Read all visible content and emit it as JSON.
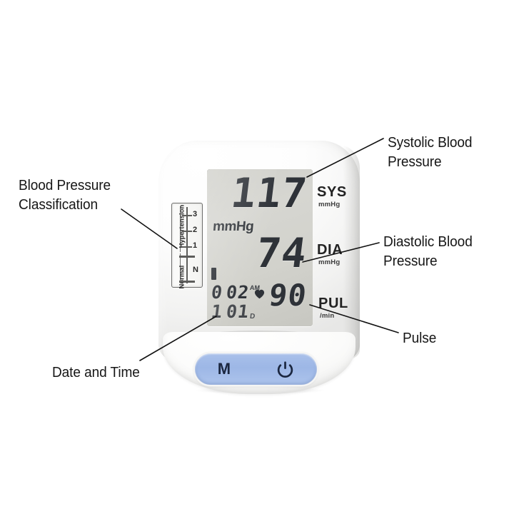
{
  "figure": {
    "title": "Blood pressure monitor display annotated diagram",
    "background_color": "#ffffff"
  },
  "device": {
    "body_color": "#f6f6f5",
    "lcd_color": "#d2d2cc",
    "button_color": "#a4bde8",
    "readings": {
      "systolic": {
        "value": "117",
        "label": "SYS",
        "unit": "mmHg",
        "lcd_unit": "mmHg"
      },
      "diastolic": {
        "value": "74",
        "label": "DIA",
        "unit": "mmHg"
      },
      "pulse": {
        "value": "90",
        "label": "PUL",
        "unit": "/min"
      }
    },
    "time": {
      "hour": "0",
      "minute": "02",
      "meridiem": "AM",
      "date_month": "1",
      "date_day": "01",
      "date_suffix": "D"
    },
    "indicators": {
      "heart_icon": "heart-icon",
      "bar_icon": "classification-bar-indicator"
    },
    "classification_scale": {
      "upper_label": "Hypertension",
      "lower_label": "Normal",
      "ticks": [
        "3",
        "2",
        "1",
        "N"
      ]
    },
    "buttons": [
      {
        "label": "M",
        "name": "memory-button"
      },
      {
        "label": "",
        "name": "power-button",
        "icon": "power-icon"
      }
    ]
  },
  "annotations": [
    {
      "id": "classification",
      "text": "Blood Pressure\nClassification",
      "points_to": "classification-scale"
    },
    {
      "id": "systolic",
      "text": "Systolic Blood\nPressure",
      "points_to": "systolic-value"
    },
    {
      "id": "diastolic",
      "text": "Diastolic Blood\nPressure",
      "points_to": "diastolic-value"
    },
    {
      "id": "pulse",
      "text": "Pulse",
      "points_to": "pulse-value"
    },
    {
      "id": "datetime",
      "text": "Date and Time",
      "points_to": "date-row"
    }
  ]
}
